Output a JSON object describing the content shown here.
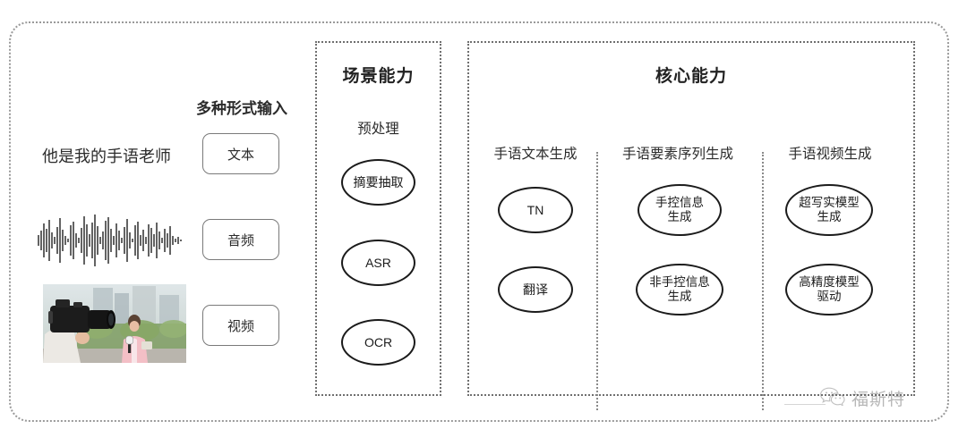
{
  "diagram": {
    "title_hidden": "",
    "input_section": {
      "caption": "多种形式输入",
      "sample_text": "他是我的手语老师",
      "modalities": [
        {
          "label": "文本",
          "media": "text"
        },
        {
          "label": "音频",
          "media": "audio-waveform"
        },
        {
          "label": "视频",
          "media": "video-thumbnail"
        }
      ]
    },
    "scene_panel": {
      "title": "场景能力",
      "group_label": "预处理",
      "nodes": [
        {
          "label": "摘要抽取"
        },
        {
          "label": "ASR"
        },
        {
          "label": "OCR"
        }
      ]
    },
    "core_panel": {
      "title": "核心能力",
      "columns": [
        {
          "label": "手语文本生成",
          "nodes": [
            {
              "line1": "TN",
              "line2": ""
            },
            {
              "line1": "翻译",
              "line2": ""
            }
          ]
        },
        {
          "label": "手语要素序列生成",
          "nodes": [
            {
              "line1": "手控信息",
              "line2": "生成"
            },
            {
              "line1": "非手控信息",
              "line2": "生成"
            }
          ]
        },
        {
          "label": "手语视频生成",
          "nodes": [
            {
              "line1": "超写实模型",
              "line2": "生成"
            },
            {
              "line1": "高精度模型",
              "line2": "驱动"
            }
          ]
        }
      ]
    },
    "watermark": {
      "text": "福斯特",
      "icon": "wechat-icon"
    },
    "colors": {
      "frame": "#9a9a9a",
      "panel_border": "#6f6f6f",
      "node_border": "#1b1b1b",
      "text": "#2b2b2b",
      "background": "#ffffff"
    }
  }
}
